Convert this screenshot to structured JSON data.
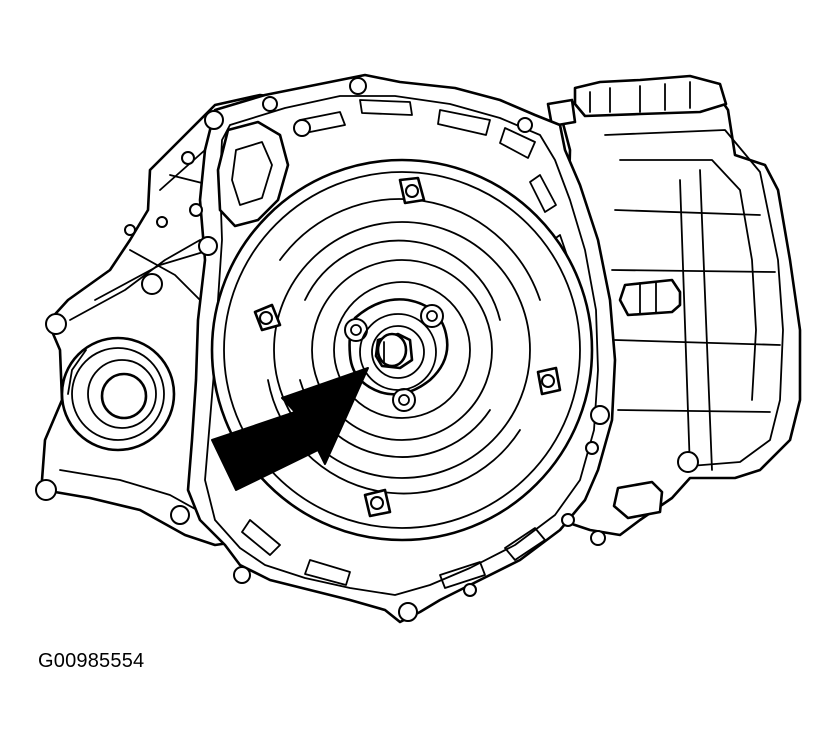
{
  "figure": {
    "id_label": "G00985554",
    "subject": "transaxle-housing-with-torque-converter",
    "callout": "arrow-to-input-shaft"
  },
  "colors": {
    "line": "#000000",
    "background": "#ffffff"
  }
}
